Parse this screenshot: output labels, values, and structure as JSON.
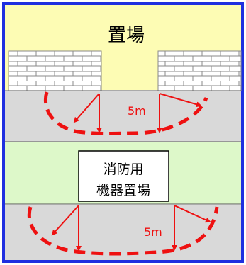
{
  "diagram": {
    "storage_label": "置場",
    "equipment_label_line1": "消防用",
    "equipment_label_line2": "機器置場",
    "distance_top": "5m",
    "distance_bottom": "5m"
  },
  "colors": {
    "frame_blue": "#1f2fe0",
    "storage_yellow": "#fdfcb4",
    "road_gray": "#d9d9d9",
    "equipment_green": "#ddf8c9",
    "arrow_red": "#ee1111",
    "brick_gray": "#8a8a8a"
  }
}
